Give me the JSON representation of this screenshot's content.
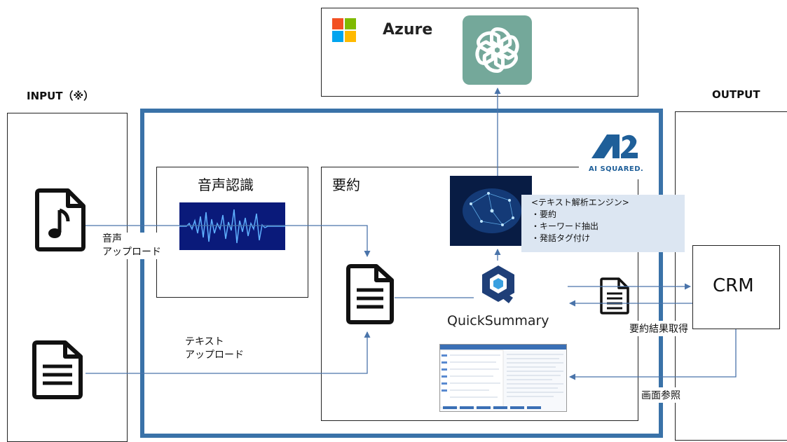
{
  "input_label": "INPUT（※）",
  "output_label": "OUTPUT",
  "azure": {
    "label": "Azure",
    "logo_icon": "microsoft-logo-icon",
    "engine_icon": "openai-logo-icon"
  },
  "speech_box": {
    "title": "音声認識"
  },
  "summary_box": {
    "title": "要約"
  },
  "ai_squared": {
    "brand": "AI SQUARED."
  },
  "engine_note": {
    "header": "<テキスト解析エンジン>",
    "items": [
      "・要約",
      "・キーワード抽出",
      "・発話タグ付け"
    ]
  },
  "quicksummary": {
    "name": "QuickSummary"
  },
  "upload_audio": {
    "line1": "音声",
    "line2": "アップロード"
  },
  "upload_text": {
    "line1": "テキスト",
    "line2": "アップロード"
  },
  "crm": {
    "label": "CRM"
  },
  "fetch_result": "要約結果取得",
  "screen_ref": "画面参照",
  "colors": {
    "frame_blue": "#3a72a8",
    "line_blue": "#4a74aa",
    "note_bg": "#dce6f2",
    "openai_bg": "#74a89a"
  }
}
